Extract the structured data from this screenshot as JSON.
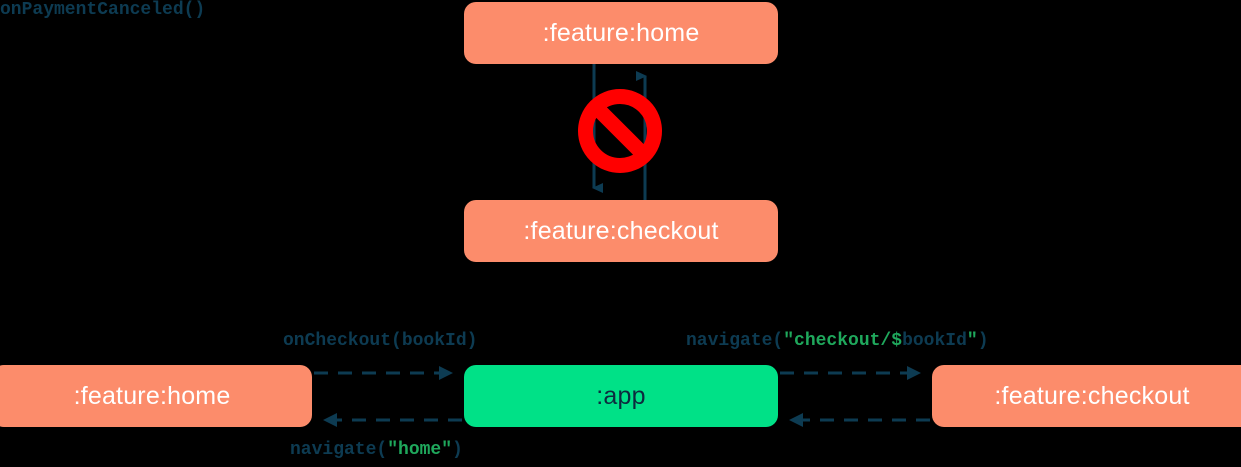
{
  "diagram": {
    "title": "module navigation diagram",
    "colors": {
      "feature_module": "#FC8C6B",
      "app_module": "#00E187",
      "edge": "#0D3B52",
      "label_plain": "#0D3B52",
      "label_string": "#1FA85C",
      "prohibited": "#FF0000",
      "background": "#000000"
    },
    "top_section": {
      "nodes": [
        {
          "id": "top-home",
          "label": ":feature:home",
          "type": "feature"
        },
        {
          "id": "top-checkout",
          "label": ":feature:checkout",
          "type": "feature"
        }
      ],
      "edges": [
        {
          "from": "top-home",
          "to": "top-checkout",
          "style": "solid",
          "direction": "down"
        },
        {
          "from": "top-checkout",
          "to": "top-home",
          "style": "solid",
          "direction": "up"
        }
      ],
      "overlay_icon": "prohibited-icon"
    },
    "bottom_section": {
      "nodes": [
        {
          "id": "bot-home",
          "label": ":feature:home",
          "type": "feature"
        },
        {
          "id": "bot-app",
          "label": ":app",
          "type": "app"
        },
        {
          "id": "bot-checkout",
          "label": ":feature:checkout",
          "type": "feature"
        }
      ],
      "edges": [
        {
          "id": "oncheckout",
          "from": "bot-home",
          "to": "bot-app",
          "style": "dashed",
          "direction": "right",
          "label_tokens": [
            {
              "text": "onCheckout(",
              "kind": "plain"
            },
            {
              "text": "bookId",
              "kind": "plain"
            },
            {
              "text": ")",
              "kind": "plain"
            }
          ],
          "label_text": "onCheckout(bookId)"
        },
        {
          "id": "navigate-checkout",
          "from": "bot-app",
          "to": "bot-checkout",
          "style": "dashed",
          "direction": "right",
          "label_tokens": [
            {
              "text": "navigate(",
              "kind": "plain"
            },
            {
              "text": "\"checkout/",
              "kind": "string"
            },
            {
              "text": "$",
              "kind": "string"
            },
            {
              "text": "bookId",
              "kind": "plain"
            },
            {
              "text": "\"",
              "kind": "string"
            },
            {
              "text": ")",
              "kind": "plain"
            }
          ],
          "label_text": "navigate(\"checkout/$bookId\")"
        },
        {
          "id": "navigate-home",
          "from": "bot-app",
          "to": "bot-home",
          "style": "dashed",
          "direction": "left",
          "label_tokens": [
            {
              "text": "navigate(",
              "kind": "plain"
            },
            {
              "text": "\"home\"",
              "kind": "string"
            },
            {
              "text": ")",
              "kind": "plain"
            }
          ],
          "label_text": "navigate(\"home\")"
        },
        {
          "id": "onpaymentcanceled",
          "from": "bot-checkout",
          "to": "bot-app",
          "style": "dashed",
          "direction": "left",
          "label_tokens": [
            {
              "text": "onPaymentCanceled()",
              "kind": "plain"
            }
          ],
          "label_text": "onPaymentCanceled()"
        }
      ]
    }
  }
}
